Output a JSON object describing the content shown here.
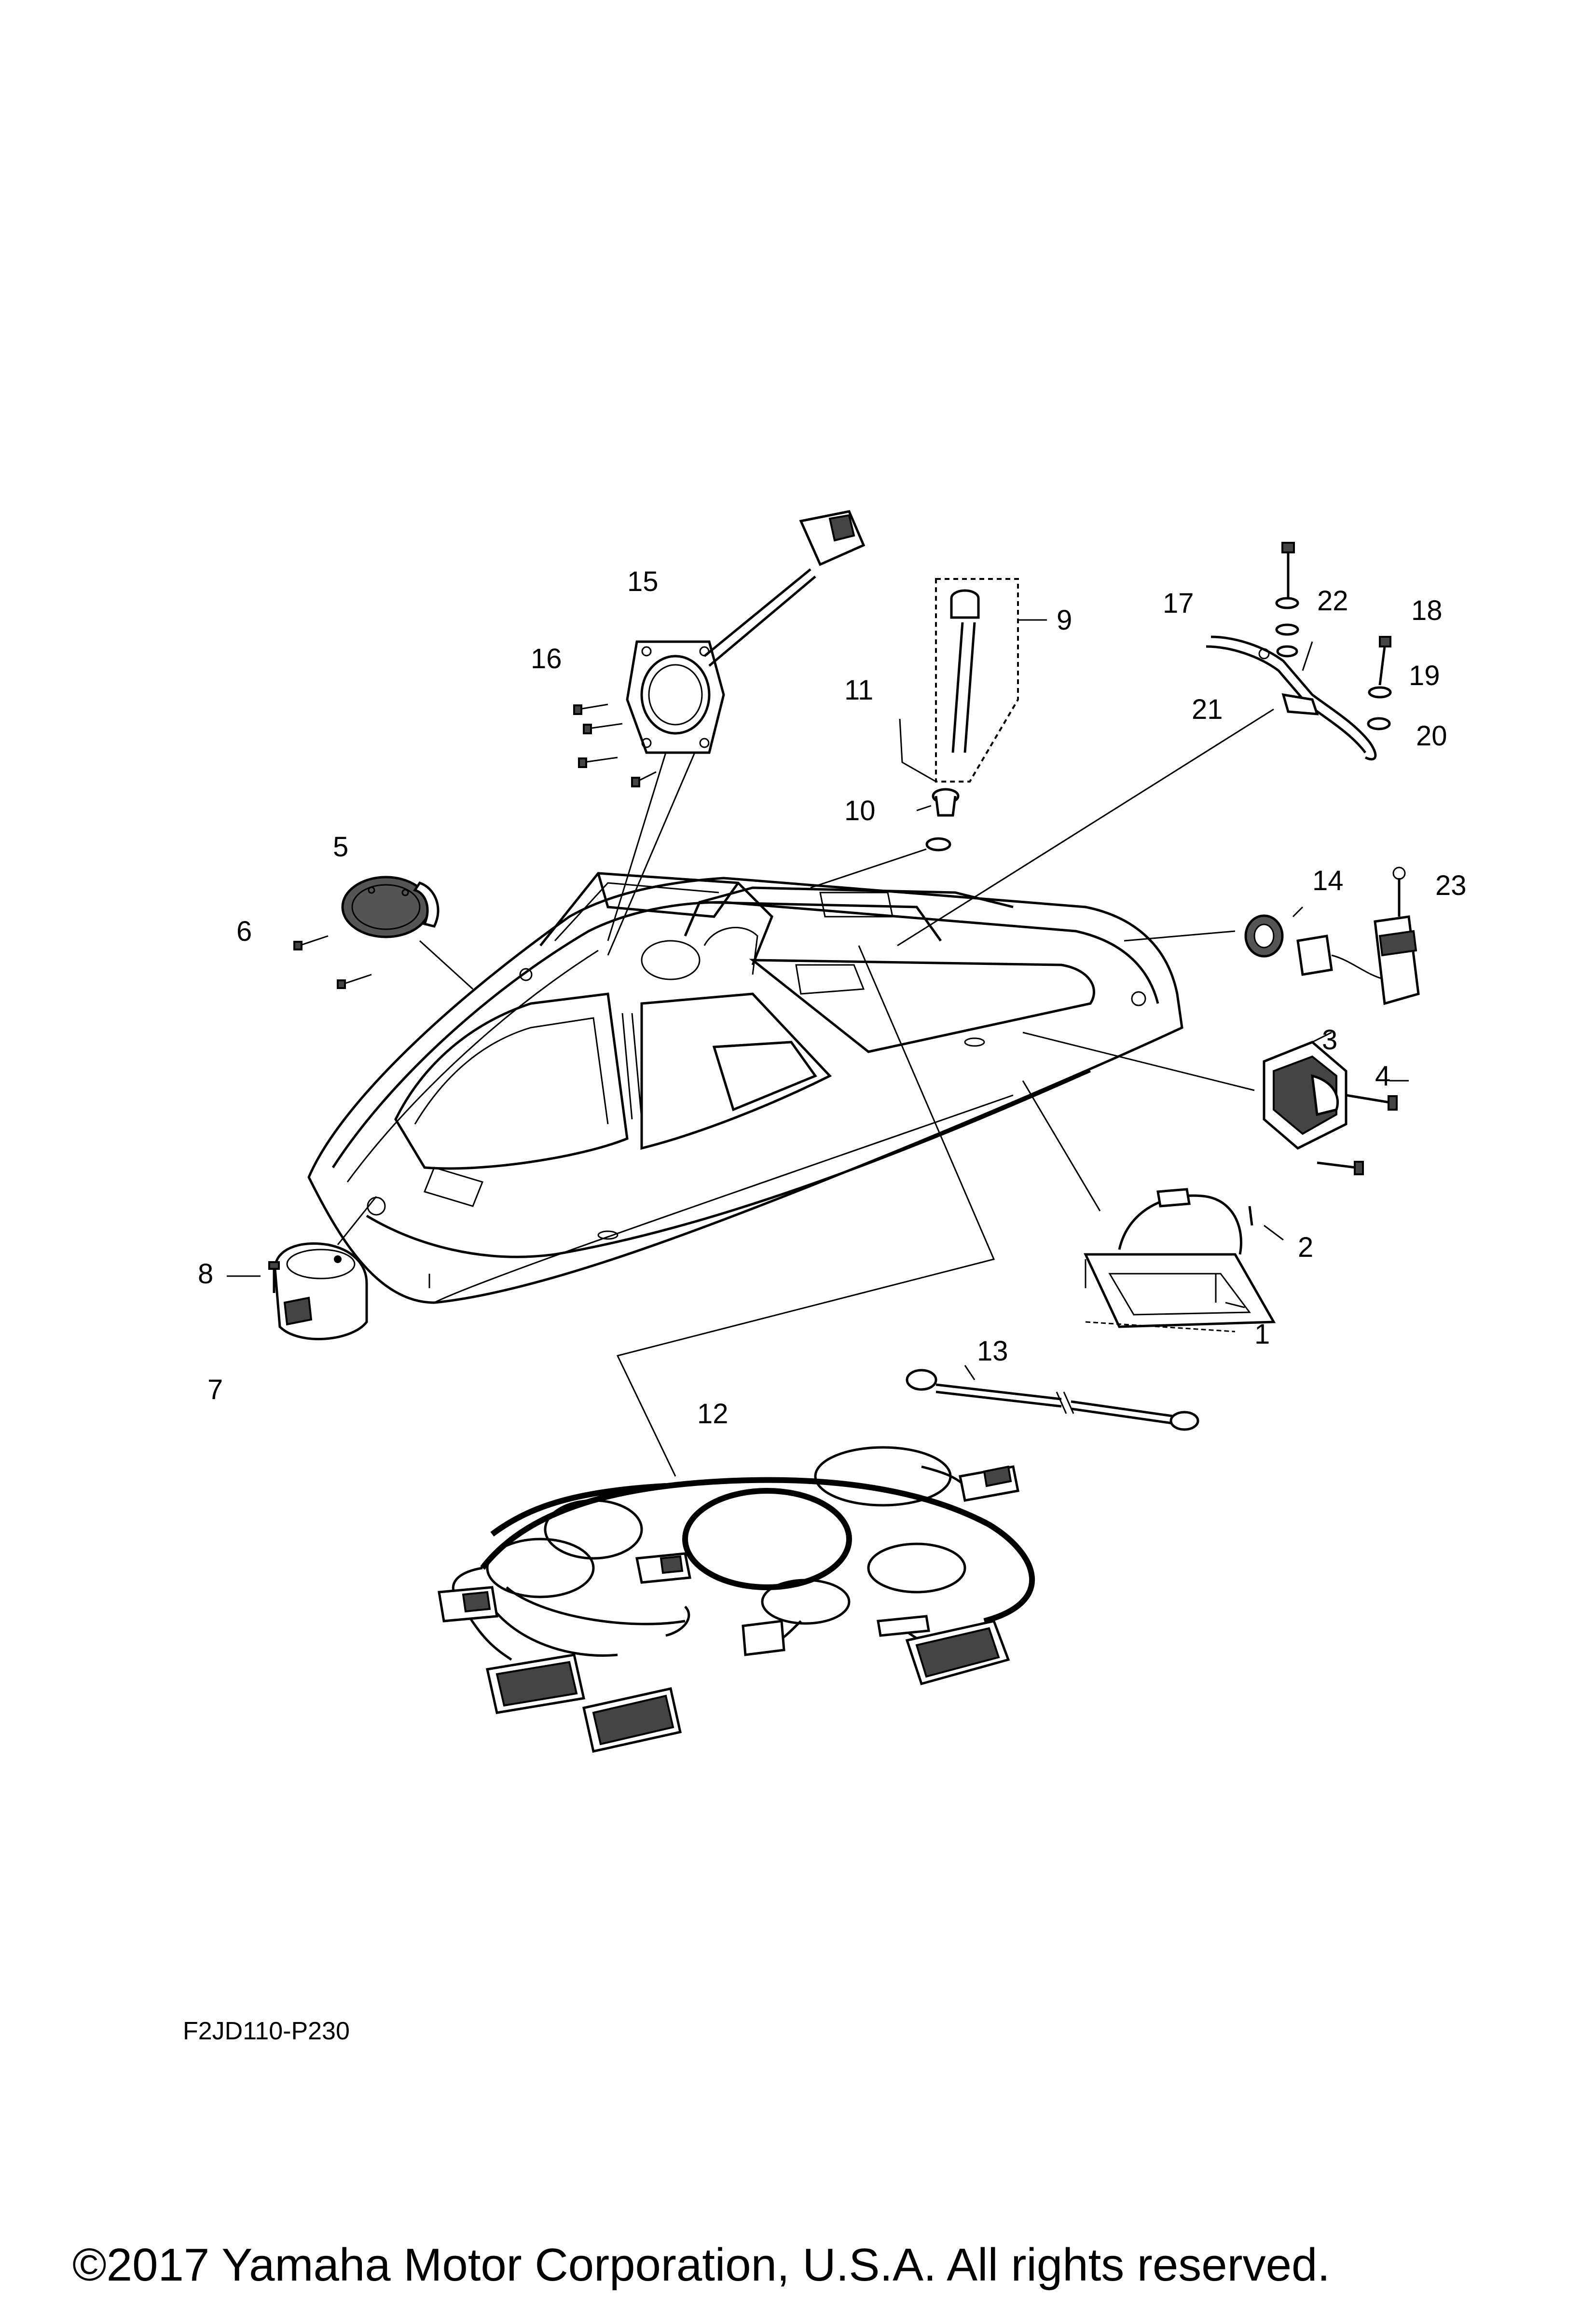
{
  "diagram": {
    "code": "F2JD110-P230",
    "copyright": "©2017 Yamaha Motor Corporation, U.S.A. All rights reserved.",
    "callouts": [
      "1",
      "2",
      "3",
      "4",
      "5",
      "6",
      "7",
      "8",
      "9",
      "10",
      "11",
      "12",
      "13",
      "14",
      "15",
      "16",
      "17",
      "18",
      "19",
      "20",
      "21",
      "22",
      "23"
    ]
  }
}
